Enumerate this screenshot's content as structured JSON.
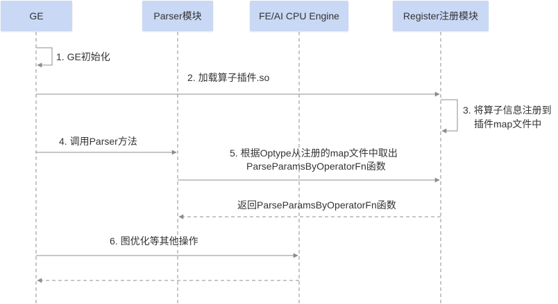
{
  "participants": [
    {
      "id": "ge",
      "label": "GE"
    },
    {
      "id": "parser",
      "label": "Parser模块"
    },
    {
      "id": "engine",
      "label": "FE/AI CPU Engine"
    },
    {
      "id": "register",
      "label": "Register注册模块"
    }
  ],
  "messages": [
    {
      "id": "m1",
      "from": "ge",
      "to": "ge",
      "style": "solid",
      "lines": [
        "1. GE初始化"
      ]
    },
    {
      "id": "m2",
      "from": "ge",
      "to": "register",
      "style": "solid",
      "lines": [
        "2. 加载算子插件.so"
      ]
    },
    {
      "id": "m3",
      "from": "register",
      "to": "register",
      "style": "solid",
      "lines": [
        "3. 将算子信息注册到",
        "插件map文件中"
      ]
    },
    {
      "id": "m4",
      "from": "ge",
      "to": "parser",
      "style": "solid",
      "lines": [
        "4. 调用Parser方法"
      ]
    },
    {
      "id": "m5",
      "from": "parser",
      "to": "register",
      "style": "solid",
      "lines": [
        "5. 根据Optype从注册的map文件中取出",
        "ParseParamsByOperatorFn函数"
      ]
    },
    {
      "id": "m6",
      "from": "register",
      "to": "parser",
      "style": "dashed",
      "lines": [
        "返回ParseParamsByOperatorFn函数"
      ]
    },
    {
      "id": "m7",
      "from": "ge",
      "to": "engine",
      "style": "solid",
      "lines": [
        "6. 图优化等其他操作"
      ]
    },
    {
      "id": "m8",
      "from": "engine",
      "to": "ge",
      "style": "dashed",
      "lines": []
    }
  ],
  "colors": {
    "box": "#c9d8f4",
    "line": "#8c8c8c",
    "text": "#333333"
  }
}
